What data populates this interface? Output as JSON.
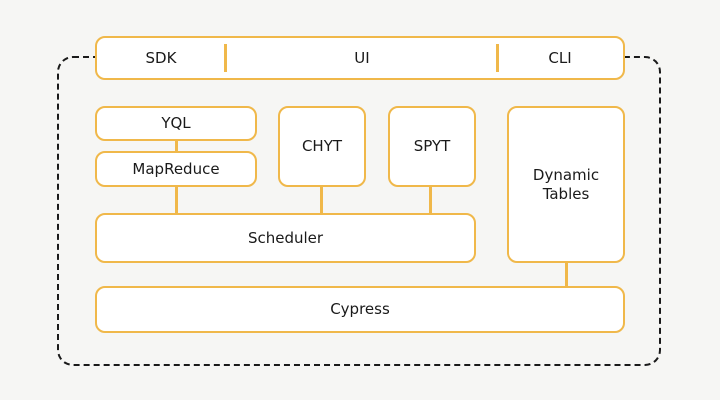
{
  "diagram": {
    "colors": {
      "accent": "#f0b84a",
      "frame": "#1a1a1a",
      "text": "#1a1a1a",
      "background": "#f6f6f4"
    },
    "top_bar": {
      "sdk": "SDK",
      "ui": "UI",
      "cli": "CLI"
    },
    "blocks": {
      "yql": "YQL",
      "mapreduce": "MapReduce",
      "chyt": "CHYT",
      "spyt": "SPYT",
      "dynamic_tables": "Dynamic Tables",
      "scheduler": "Scheduler",
      "cypress": "Cypress"
    }
  }
}
